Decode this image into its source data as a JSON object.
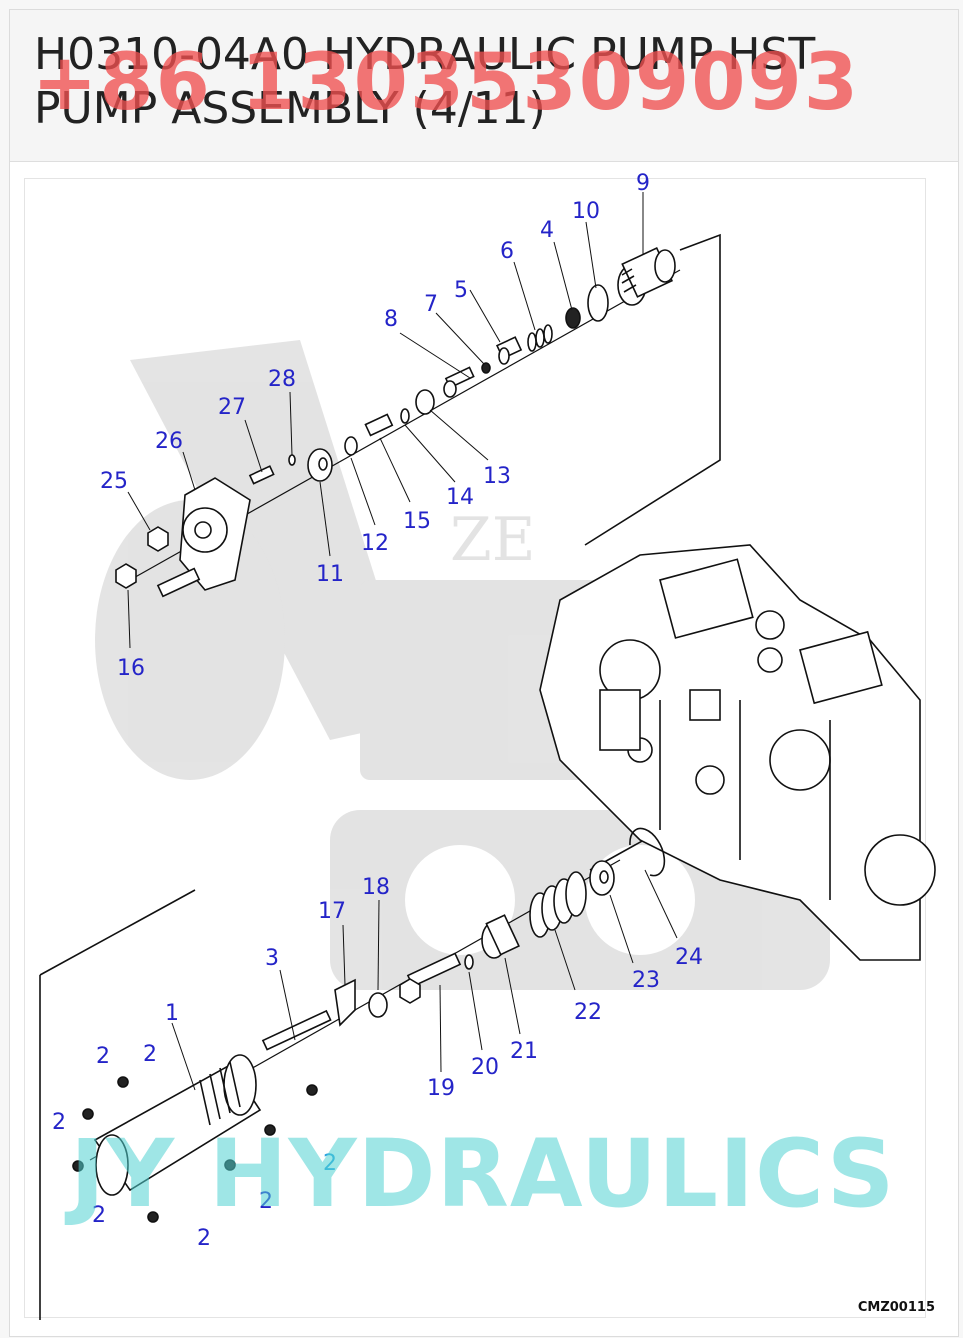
{
  "title": "H0310-04A0 HYDRAULIC PUMP HST PUMP ASSEMBLY (4/11)",
  "watermark_phone": "+86 13035309093",
  "watermark_brand": "JY HYDRAULICS",
  "diagram_code": "CMZ00115",
  "callouts": [
    "9",
    "10",
    "4",
    "6",
    "5",
    "7",
    "8",
    "28",
    "27",
    "26",
    "25",
    "16",
    "11",
    "12",
    "15",
    "14",
    "13",
    "18",
    "17",
    "3",
    "1",
    "2",
    "2",
    "2",
    "2",
    "2",
    "2",
    "2",
    "2",
    "19",
    "20",
    "21",
    "22",
    "23",
    "24"
  ]
}
